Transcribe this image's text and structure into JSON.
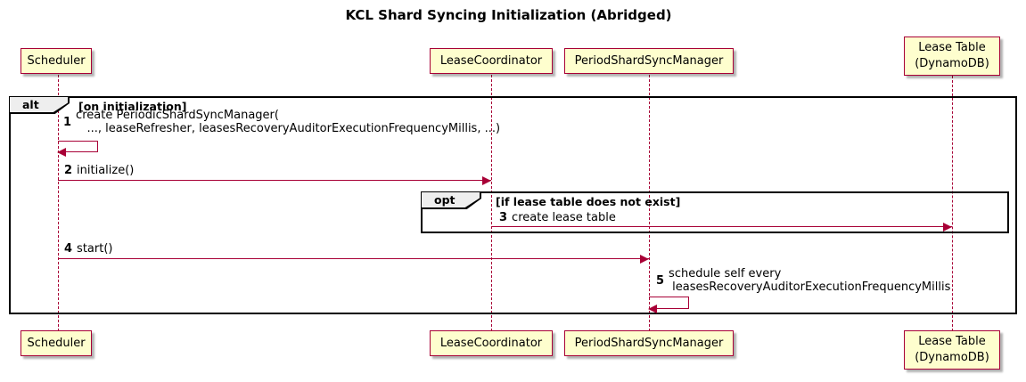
{
  "title": "KCL Shard Syncing Initialization (Abridged)",
  "colors": {
    "participant_fill": "#FEFECE",
    "participant_border": "#A80036",
    "arrow": "#A80036",
    "frame_border": "#000000",
    "frame_label_fill": "#EEEEEE"
  },
  "participants": [
    {
      "id": "scheduler",
      "label": "Scheduler"
    },
    {
      "id": "lease-coordinator",
      "label": "LeaseCoordinator"
    },
    {
      "id": "period-shard-sync-manager",
      "label": "PeriodShardSyncManager"
    },
    {
      "id": "lease-table",
      "label": "Lease Table\n(DynamoDB)"
    }
  ],
  "frames": [
    {
      "type": "alt",
      "label": "alt",
      "condition": "[on initialization]"
    },
    {
      "type": "opt",
      "label": "opt",
      "condition": "[if lease table does not exist]"
    }
  ],
  "messages": [
    {
      "num": "1",
      "kind": "self",
      "from": "scheduler",
      "to": "scheduler",
      "text": "create PeriodicShardSyncManager(\n   ..., leaseRefresher, leasesRecoveryAuditorExecutionFrequencyMillis, ...)"
    },
    {
      "num": "2",
      "kind": "arrow",
      "from": "scheduler",
      "to": "lease-coordinator",
      "text": "initialize()"
    },
    {
      "num": "3",
      "kind": "arrow",
      "from": "lease-coordinator",
      "to": "lease-table",
      "text": "create lease table"
    },
    {
      "num": "4",
      "kind": "arrow",
      "from": "scheduler",
      "to": "period-shard-sync-manager",
      "text": "start()"
    },
    {
      "num": "5",
      "kind": "self",
      "from": "period-shard-sync-manager",
      "to": "period-shard-sync-manager",
      "text": "schedule self every\n leasesRecoveryAuditorExecutionFrequencyMillis"
    }
  ]
}
